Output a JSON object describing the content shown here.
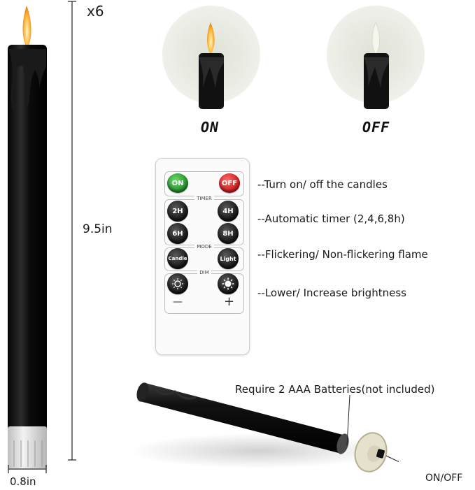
{
  "quantity": "x6",
  "height_label": "9.5in",
  "width_label": "0.8in",
  "states": {
    "on": "ON",
    "off": "OFF"
  },
  "remote": {
    "on_button": "ON",
    "off_button": "OFF",
    "timer_title": "TIMER",
    "timer_buttons": [
      "2H",
      "4H",
      "6H",
      "8H"
    ],
    "mode_title": "MODE",
    "mode_buttons": [
      "Candle",
      "Light"
    ],
    "dim_title": "DIM",
    "dim_minus": "—",
    "dim_plus": "+"
  },
  "descriptions": [
    "--Turn on/ off the candles",
    "--Automatic timer (2,4,6,8h)",
    "--Flickering/ Non-flickering flame",
    "--Lower/ Increase brightness"
  ],
  "battery_note": "Require 2 AAA Batteries(not included)",
  "switch_label": "ON/OFF"
}
